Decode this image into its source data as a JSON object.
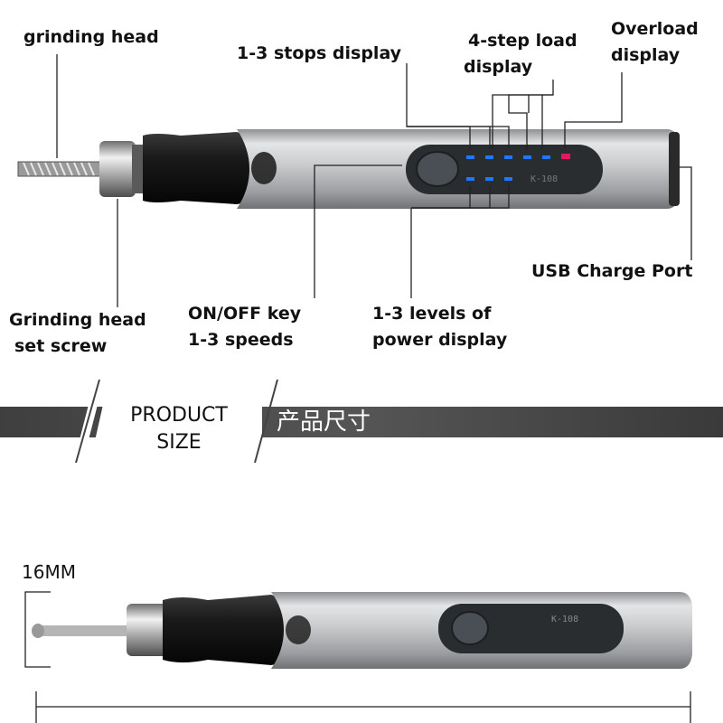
{
  "labels": {
    "grinding_head": "grinding head",
    "stops_display": "1-3 stops display",
    "load_display": [
      "4-step load",
      "display"
    ],
    "overload_display": [
      "Overload",
      "display"
    ],
    "usb_port": "USB Charge Port",
    "set_screw": [
      "Grinding head",
      "set screw"
    ],
    "on_off_key": [
      "ON/OFF key",
      "1-3 speeds"
    ],
    "power_levels": [
      "1-3 levels of",
      "power display"
    ]
  },
  "band": {
    "title_en": [
      "PRODUCT",
      "SIZE"
    ],
    "title_cn": "产品尺寸"
  },
  "dimension": {
    "diameter": "16MM"
  },
  "device": {
    "model_text": "K-108"
  },
  "colors": {
    "body_silver": "#c4c6c8",
    "grip_black": "#161616",
    "panel_dark": "#2a2d30",
    "led_blue": "#1e78ff",
    "led_red": "#e8175d",
    "band_gray": "#4a4a4a",
    "leader_line": "#222222"
  }
}
